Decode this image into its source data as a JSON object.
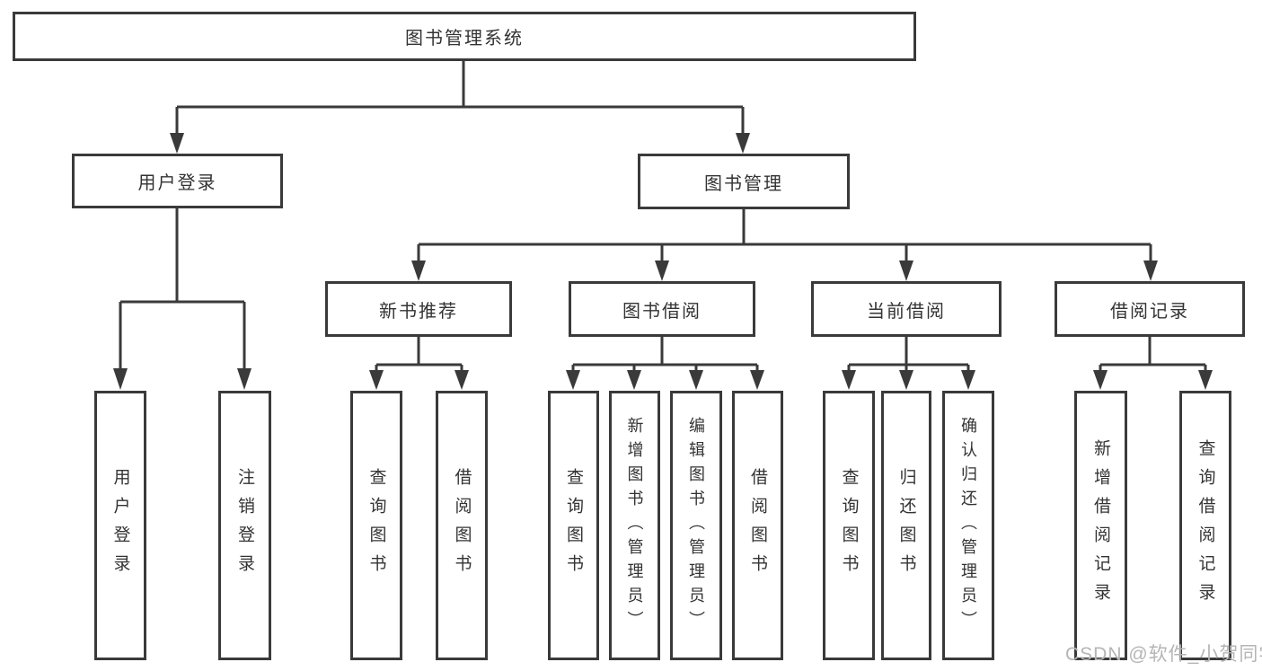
{
  "root": {
    "label": "图书管理系统"
  },
  "level2": {
    "user_login": "用户登录",
    "book_management": "图书管理"
  },
  "level3": {
    "new_book_recommend": "新书推荐",
    "book_borrowing": "图书借阅",
    "current_borrowing": "当前借阅",
    "borrowing_records": "借阅记录"
  },
  "leaves": {
    "under_user_login": [
      "用户登录",
      "注销登录"
    ],
    "under_new_book_recommend": [
      "查询图书",
      "借阅图书"
    ],
    "under_book_borrowing": [
      "查询图书",
      "新增图书（管理员）",
      "编辑图书（管理员）",
      "借阅图书"
    ],
    "under_current_borrowing": [
      "查询图书",
      "归还图书",
      "确认归还（管理员）"
    ],
    "under_borrowing_records": [
      "新增借阅记录",
      "查询借阅记录"
    ]
  },
  "watermark": "CSDN @软件_小贺同学",
  "colors": {
    "line": "#3a3a3a",
    "text": "#333333",
    "background": "#ffffff",
    "watermark": "#b5b5b5"
  }
}
